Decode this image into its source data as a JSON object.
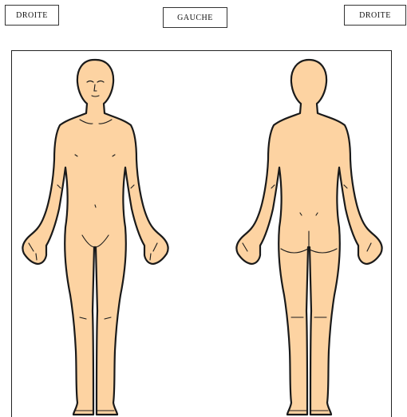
{
  "labels": {
    "left": "DROITE",
    "center": "GAUCHE",
    "right": "DROITE"
  },
  "colors": {
    "skin": "#FDD3A2",
    "outline": "#1a1a1a",
    "background": "#ffffff"
  }
}
